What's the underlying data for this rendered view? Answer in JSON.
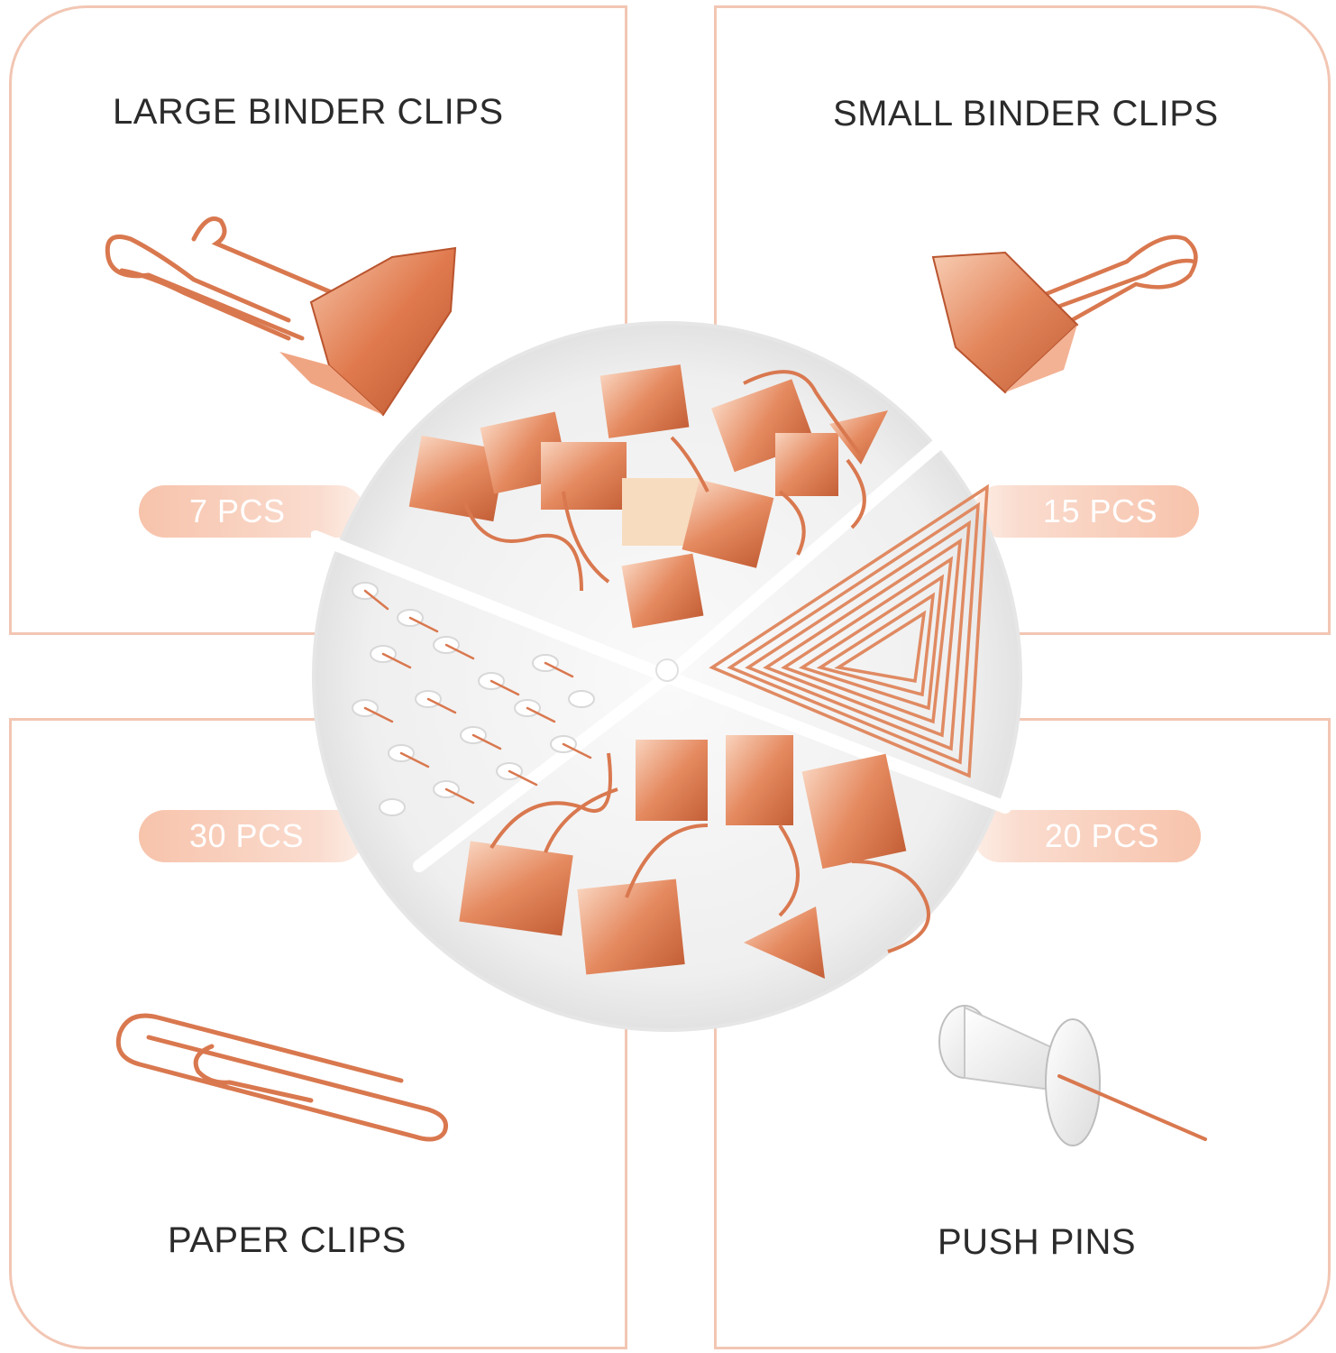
{
  "sections": {
    "large_binder_clips": {
      "title": "LARGE BINDER CLIPS",
      "count": "7 PCS"
    },
    "small_binder_clips": {
      "title": "SMALL BINDER CLIPS",
      "count": "15 PCS"
    },
    "paper_clips": {
      "title": "PAPER CLIPS",
      "count": "30 PCS"
    },
    "push_pins": {
      "title": "PUSH PINS",
      "count": "20 PCS"
    }
  },
  "colors": {
    "panel_border": "#f2c6b3",
    "badge": "#f7c3ab",
    "rose_gold": "#e08a62",
    "text": "#2b2b2b"
  }
}
